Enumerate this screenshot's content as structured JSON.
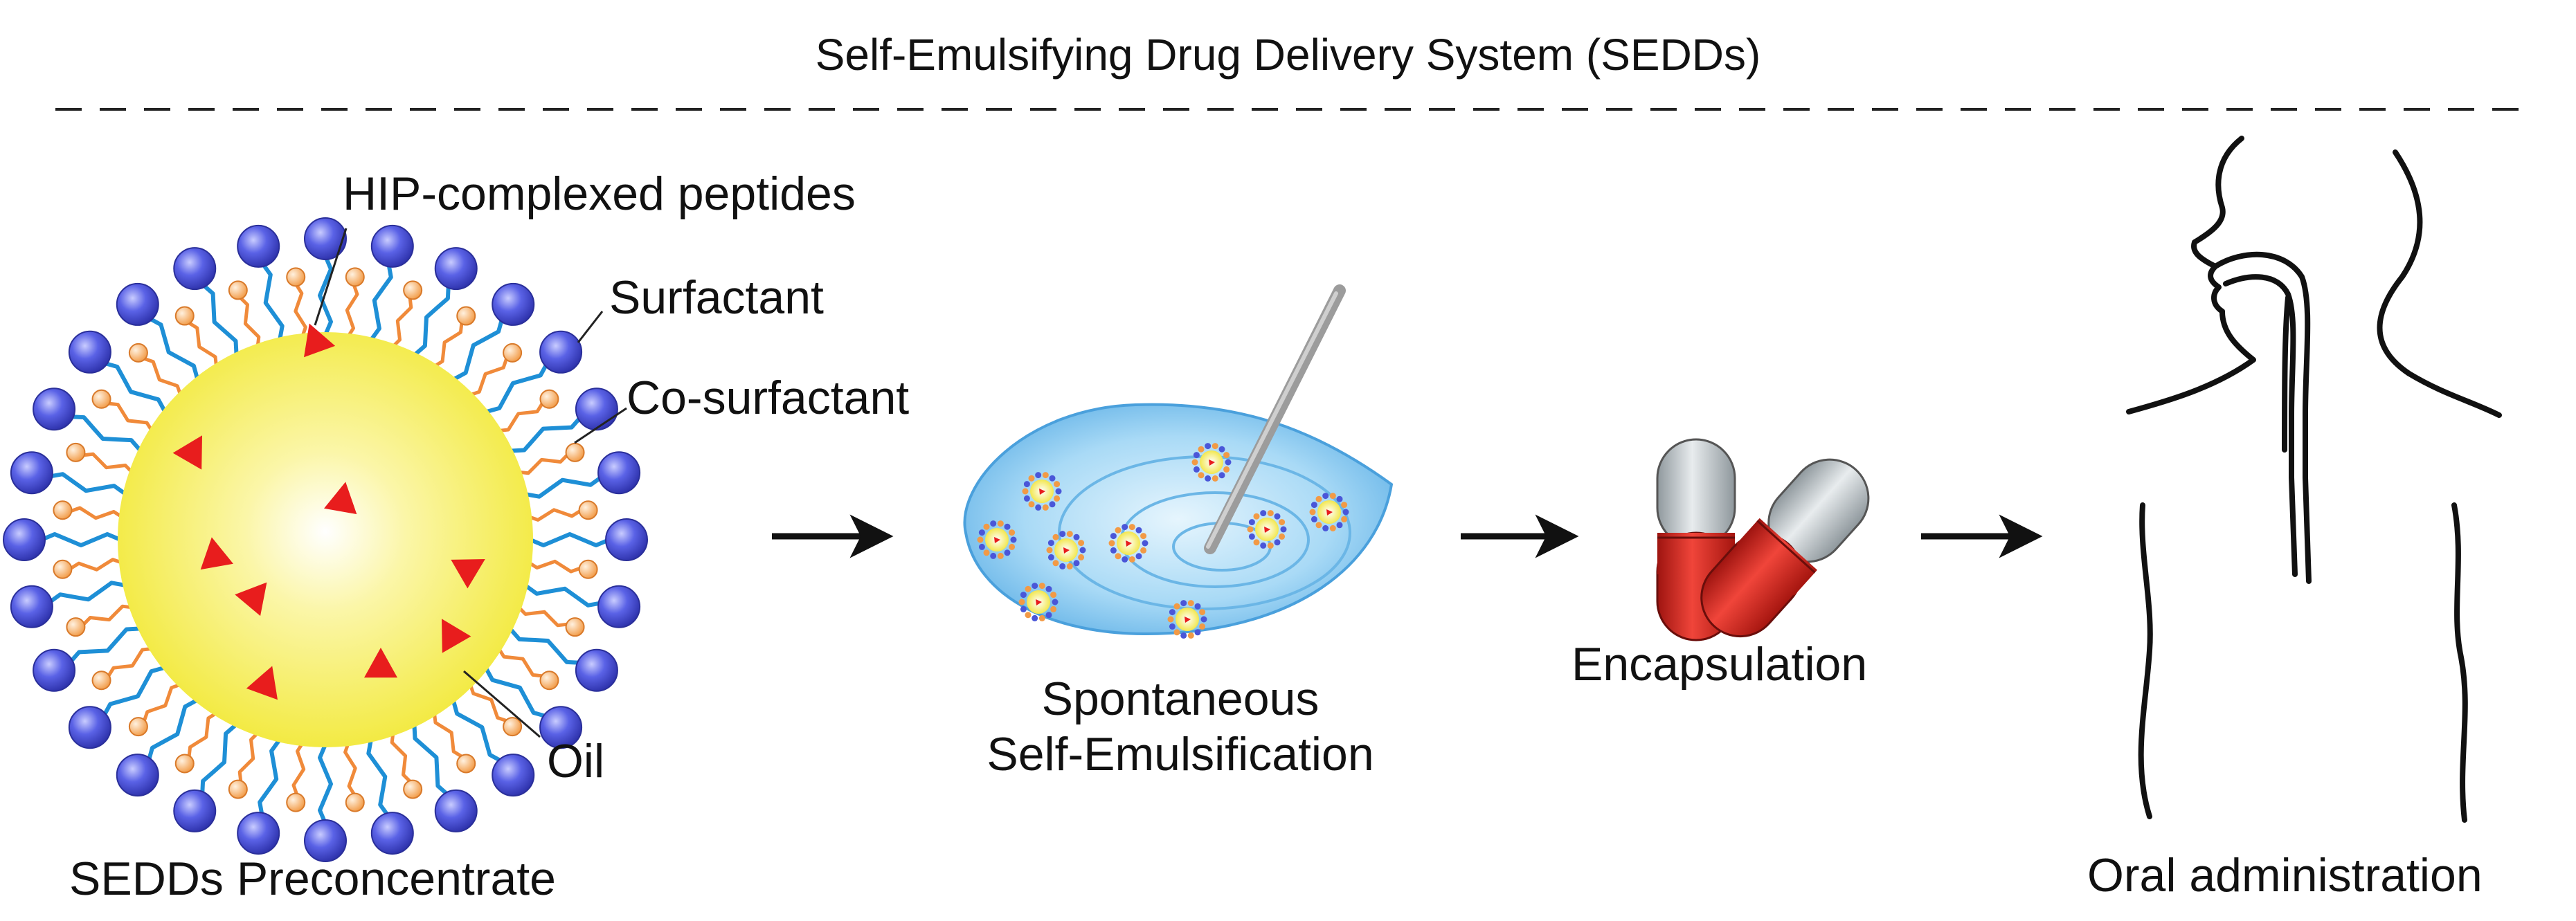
{
  "title": "Self-Emulsifying Drug Delivery System (SEDDs)",
  "labels": {
    "hip_peptides": "HIP-complexed peptides",
    "surfactant": "Surfactant",
    "co_surfactant": "Co-surfactant",
    "oil": "Oil",
    "preconcentrate": "SEDDs Preconcentrate",
    "emulsification_line1": "Spontaneous",
    "emulsification_line2": "Self-Emulsification",
    "encapsulation": "Encapsulation",
    "oral": "Oral administration"
  },
  "colors": {
    "oil_core": "#f2ea3c",
    "oil_core_center": "#ffffff",
    "surfactant_head": "#4a56d8",
    "surfactant_tail": "#1e8fd6",
    "cosurfactant_head": "#f4a24e",
    "cosurfactant_tail": "#f08a3a",
    "peptide": "#e81d1d",
    "capsule_red": "#d8231c",
    "capsule_grey": "#c5ccd0",
    "emulsion_blue": "#8ecbf0",
    "stirrer": "#a8a8a8"
  },
  "icons": [
    "micelle-icon",
    "emulsion-dish-icon",
    "capsule-icon",
    "human-outline-icon",
    "arrow-right-icon"
  ]
}
